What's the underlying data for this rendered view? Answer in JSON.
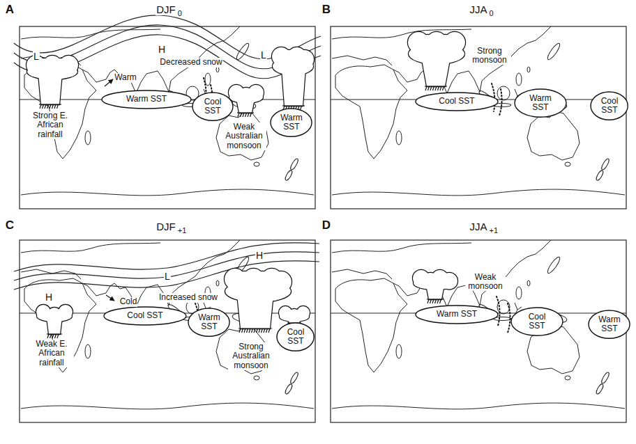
{
  "diagram": {
    "nodes": [
      {
        "text": [
          "Warm SST"
        ]
      },
      {
        "text": [
          "Cool SST"
        ]
      },
      {
        "text": [
          "Warm SST"
        ]
      },
      {
        "text": [
          "Cool SST"
        ]
      },
      {
        "text": [
          "Warm SST"
        ]
      },
      {
        "text": [
          "Cool SST"
        ]
      },
      {
        "text": [
          "Cool SST"
        ]
      },
      {
        "text": [
          "Warm SST"
        ]
      },
      {
        "text": [
          "Cool SST"
        ]
      },
      {
        "text": [
          "Warm SST"
        ]
      },
      {
        "text": [
          "Cool SST"
        ]
      },
      {
        "text": [
          "Warm SST"
        ]
      }
    ],
    "labels": [
      "A",
      "DJF",
      "0",
      "H",
      "L",
      "L",
      "Decreased snow",
      "Warm",
      "Strong E. African rainfall",
      "Weak Australian monsoon",
      "B",
      "JJA",
      "0",
      "Strong monsoon",
      "C",
      "DJF",
      "+1",
      "L",
      "H",
      "H",
      "Increased snow",
      "Cold",
      "Weak E. African rainfall",
      "Strong Australian monsoon",
      "D",
      "JJA",
      "+1",
      "Weak monsoon"
    ]
  }
}
